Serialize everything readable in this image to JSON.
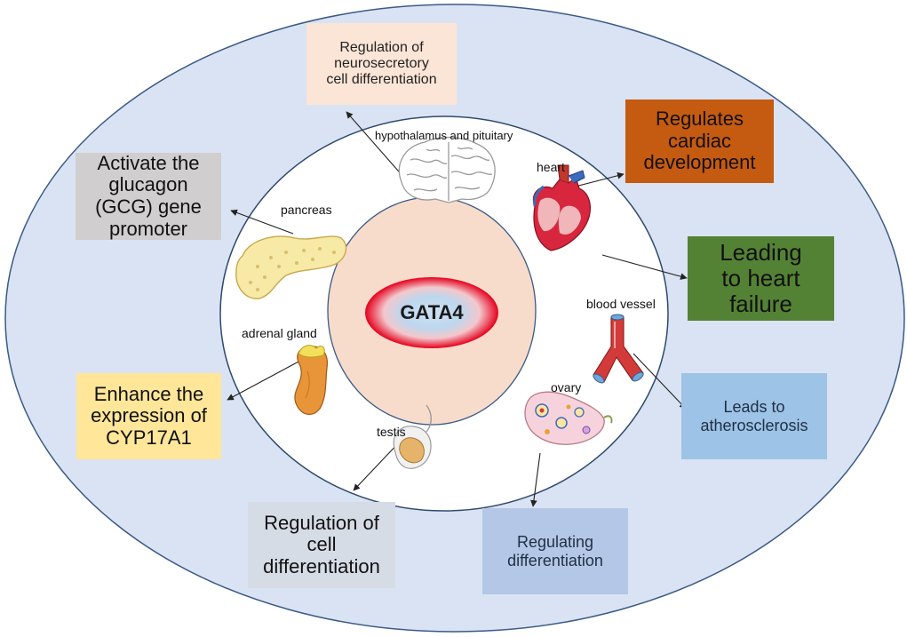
{
  "center": {
    "label": "GATA4"
  },
  "organs": {
    "hypothalamus": "hypothalamus and pituitary",
    "heart": "heart",
    "pancreas": "pancreas",
    "blood_vessel": "blood vessel",
    "adrenal_gland": "adrenal gland",
    "ovary": "ovary",
    "testis": "testis"
  },
  "effects": {
    "neurosecretory": "Regulation of\nneurosecretory\ncell differentiation",
    "cardiac_development": "Regulates\ncardiac\ndevelopment",
    "glucagon": "Activate the\nglucagon\n(GCG) gene\npromoter",
    "heart_failure": "Leading\nto heart\nfailure",
    "atherosclerosis": "Leads to\natherosclerosis",
    "cyp17a1": "Enhance the\nexpression of\nCYP17A1",
    "cell_differentiation": "Regulation of\ncell\ndifferentiation",
    "regulating_differentiation": "Regulating\ndifferentiation"
  },
  "icons": [
    "brain-icon",
    "heart-icon",
    "pancreas-icon",
    "blood-vessel-icon",
    "adrenal-gland-icon",
    "ovary-icon",
    "testis-icon"
  ],
  "colors": {
    "outer_ellipse": "#dae3f3",
    "middle_ellipse": "#ffffff",
    "inner_ellipse": "#f8dccb",
    "center_edge": "#e5001c",
    "center_core": "#bdd7ee",
    "box_neurosecretory": "#fbe5d6",
    "box_cardiac": "#c55a11",
    "box_glucagon": "#d0cece",
    "box_heart_failure": "#548235",
    "box_atherosclerosis": "#9dc3e6",
    "box_cyp17a1": "#ffe699",
    "box_cell_diff": "#d6dce5",
    "box_regulating": "#b4c7e7"
  }
}
